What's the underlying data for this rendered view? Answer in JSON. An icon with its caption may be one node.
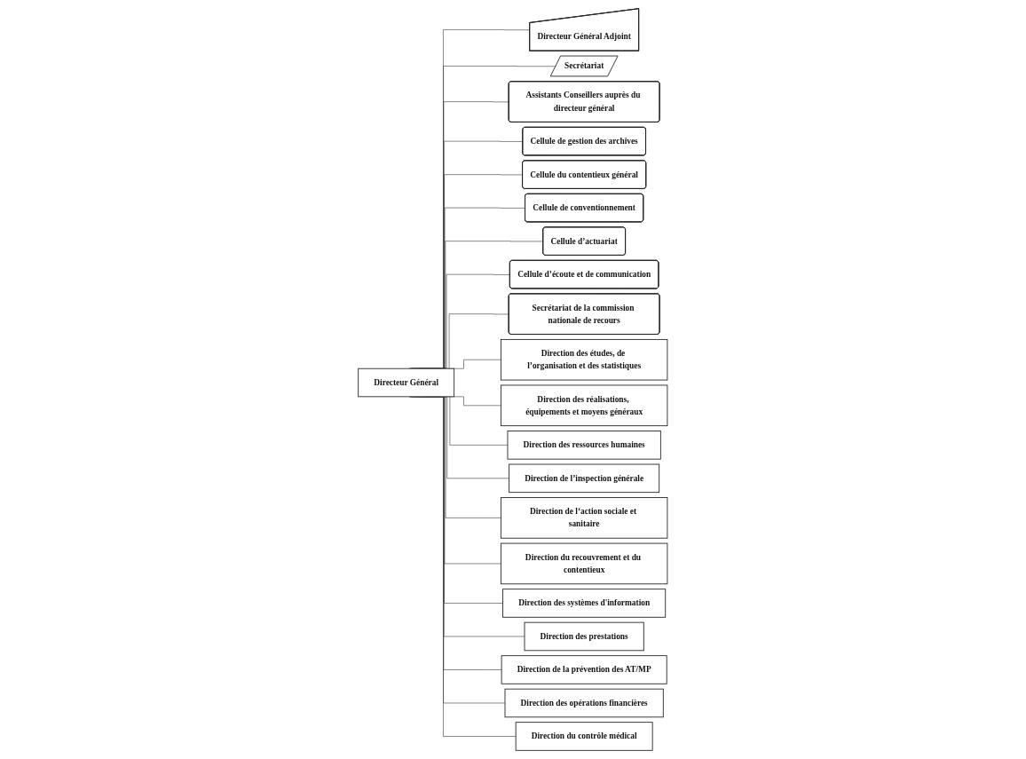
{
  "diagram": {
    "nodes": [
      {
        "text": [
          "Directeur Général"
        ]
      },
      {
        "text": [
          "Directeur Général Adjoint"
        ]
      },
      {
        "text": [
          "Secrétariat"
        ]
      },
      {
        "text": [
          "Assistants Conseillers auprès du directeur général"
        ]
      },
      {
        "text": [
          "Cellule de gestion des archives"
        ]
      },
      {
        "text": [
          "Cellule du contentieux général"
        ]
      },
      {
        "text": [
          "Cellule de conventionnement"
        ]
      },
      {
        "text": [
          "Cellule d’actuariat"
        ]
      },
      {
        "text": [
          "Cellule d’écoute et de communication"
        ]
      },
      {
        "text": [
          "Secrétariat de la commission nationale de recours"
        ]
      },
      {
        "text": [
          "Direction des études, de l’organisation et des statistiques"
        ]
      },
      {
        "text": [
          "Direction des réalisations, équipements et moyens généraux"
        ]
      },
      {
        "text": [
          "Direction des ressources humaines"
        ]
      },
      {
        "text": [
          "Direction de l’inspection générale"
        ]
      },
      {
        "text": [
          "Direction de l‘action sociale et sanitaire"
        ]
      },
      {
        "text": [
          "Direction du recouvrement et du contentieux"
        ]
      },
      {
        "text": [
          "Direction des systèmes d'information"
        ]
      },
      {
        "text": [
          "Direction des prestations"
        ]
      },
      {
        "text": [
          "Direction de la prévention des AT/MP"
        ]
      },
      {
        "text": [
          "Direction des opérations financières"
        ]
      },
      {
        "text": [
          "Direction du contrôle médical"
        ]
      }
    ],
    "edges": [
      {
        "from": 0,
        "to": 1,
        "arrow": "none"
      },
      {
        "from": 0,
        "to": 2,
        "arrow": "none"
      },
      {
        "from": 0,
        "to": 3,
        "arrow": "none"
      },
      {
        "from": 0,
        "to": 4,
        "arrow": "none"
      },
      {
        "from": 0,
        "to": 5,
        "arrow": "none"
      },
      {
        "from": 0,
        "to": 6,
        "arrow": "none"
      },
      {
        "from": 0,
        "to": 7,
        "arrow": "none"
      },
      {
        "from": 0,
        "to": 8,
        "arrow": "none"
      },
      {
        "from": 0,
        "to": 9,
        "arrow": "none"
      },
      {
        "from": 0,
        "to": 10,
        "arrow": "none"
      },
      {
        "from": 0,
        "to": 11,
        "arrow": "none"
      },
      {
        "from": 0,
        "to": 12,
        "arrow": "none"
      },
      {
        "from": 0,
        "to": 13,
        "arrow": "none"
      },
      {
        "from": 0,
        "to": 14,
        "arrow": "none"
      },
      {
        "from": 0,
        "to": 15,
        "arrow": "none"
      },
      {
        "from": 0,
        "to": 16,
        "arrow": "none"
      },
      {
        "from": 0,
        "to": 17,
        "arrow": "none"
      },
      {
        "from": 0,
        "to": 18,
        "arrow": "none"
      },
      {
        "from": 0,
        "to": 19,
        "arrow": "none"
      },
      {
        "from": 0,
        "to": 20,
        "arrow": "none"
      }
    ]
  }
}
